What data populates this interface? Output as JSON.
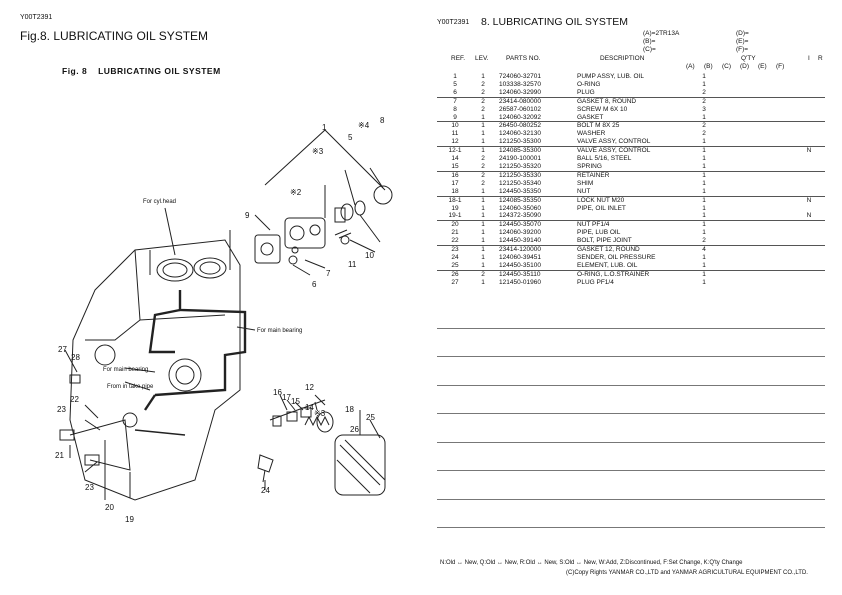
{
  "left": {
    "code": "Y00T2391",
    "fig_title": "Fig.8.  LUBRICATING OIL SYSTEM",
    "caption_no": "Fig. 8",
    "caption_title": "LUBRICATING OIL SYSTEM",
    "diagram_labels": {
      "cyl_head": "For cyl.head",
      "main_bearing_1": "For main bearing",
      "main_bearing_2": "For main bearing",
      "intake_pipe": "From in take pipe",
      "n1": "1",
      "n3a": "※3",
      "n2": "※2",
      "n4": "※4",
      "n5": "5",
      "n8": "8",
      "n9": "9",
      "n10": "10",
      "n11": "11",
      "n7": "7",
      "n6": "6",
      "n27": "27",
      "n28": "28",
      "n22": "22",
      "n23a": "23",
      "n21": "21",
      "n23b": "23",
      "n20": "20",
      "n19": "19",
      "n24": "24",
      "n12": "12",
      "n16": "16",
      "n17": "17",
      "n15": "15",
      "n14": "14",
      "n3b": "※3",
      "n18": "18",
      "n25": "25",
      "n26": "26"
    }
  },
  "right": {
    "code": "Y00T2391",
    "title": "8.  LUBRICATING OIL SYSTEM",
    "models_left": [
      "(A)=2TR13A",
      "(B)=",
      "(C)="
    ],
    "models_right": [
      "(D)=",
      "(E)=",
      "(F)="
    ],
    "headers": {
      "ref": "REF.",
      "lev": "LEV.",
      "parts_no": "PARTS NO.",
      "description": "DESCRIPTION",
      "qty": "Q'TY",
      "i": "I",
      "r": "R",
      "a": "(A)",
      "b": "(B)",
      "c": "(C)",
      "d": "(D)",
      "e": "(E)",
      "f": "(F)"
    },
    "rows": [
      {
        "ref": "1",
        "lev": "1",
        "no": "724060-32701",
        "desc": "PUMP ASSY, LUB. OIL",
        "a": "1",
        "i": "",
        "sep": false
      },
      {
        "ref": "5",
        "lev": "2",
        "no": "103338-32570",
        "desc": "O-RING",
        "a": "1",
        "i": "",
        "sep": false
      },
      {
        "ref": "6",
        "lev": "2",
        "no": "124060-32990",
        "desc": "PLUG",
        "a": "2",
        "i": "",
        "sep": false
      },
      {
        "ref": "7",
        "lev": "2",
        "no": "23414-080000",
        "desc": "GASKET 8, ROUND",
        "a": "2",
        "i": "",
        "sep": true
      },
      {
        "ref": "8",
        "lev": "2",
        "no": "26587-060102",
        "desc": "SCREW M 6X 10",
        "a": "3",
        "i": "",
        "sep": false
      },
      {
        "ref": "9",
        "lev": "1",
        "no": "124060-32092",
        "desc": "GASKET",
        "a": "1",
        "i": "",
        "sep": false
      },
      {
        "ref": "10",
        "lev": "1",
        "no": "26450-080252",
        "desc": "BOLT M 8X 25",
        "a": "2",
        "i": "",
        "sep": true
      },
      {
        "ref": "11",
        "lev": "1",
        "no": "124060-32130",
        "desc": "WASHER",
        "a": "2",
        "i": "",
        "sep": false
      },
      {
        "ref": "12",
        "lev": "1",
        "no": "121250-35300",
        "desc": "VALVE ASSY, CONTROL",
        "a": "1",
        "i": "",
        "sep": false
      },
      {
        "ref": "12-1",
        "lev": "1",
        "no": "124085-35300",
        "desc": "VALVE ASSY, CONTROL",
        "a": "1",
        "i": "N",
        "sep": true
      },
      {
        "ref": "14",
        "lev": "2",
        "no": "24190-100001",
        "desc": "BALL 5/16, STEEL",
        "a": "1",
        "i": "",
        "sep": false
      },
      {
        "ref": "15",
        "lev": "2",
        "no": "121250-35320",
        "desc": "SPRING",
        "a": "1",
        "i": "",
        "sep": false
      },
      {
        "ref": "16",
        "lev": "2",
        "no": "121250-35330",
        "desc": "RETAINER",
        "a": "1",
        "i": "",
        "sep": true
      },
      {
        "ref": "17",
        "lev": "2",
        "no": "121250-35340",
        "desc": "SHIM",
        "a": "1",
        "i": "",
        "sep": false
      },
      {
        "ref": "18",
        "lev": "1",
        "no": "124450-35350",
        "desc": "NUT",
        "a": "1",
        "i": "",
        "sep": false
      },
      {
        "ref": "18-1",
        "lev": "1",
        "no": "124085-35350",
        "desc": "LOCK NUT M20",
        "a": "1",
        "i": "N",
        "sep": true
      },
      {
        "ref": "19",
        "lev": "1",
        "no": "124060-35060",
        "desc": "PIPE, OIL INLET",
        "a": "1",
        "i": "",
        "sep": false
      },
      {
        "ref": "19-1",
        "lev": "1",
        "no": "124372-35090",
        "desc": "",
        "a": "1",
        "i": "N",
        "sep": false
      },
      {
        "ref": "20",
        "lev": "1",
        "no": "124450-35070",
        "desc": "NUT PF1/4",
        "a": "1",
        "i": "",
        "sep": true
      },
      {
        "ref": "21",
        "lev": "1",
        "no": "124060-39200",
        "desc": "PIPE, LUB OIL",
        "a": "1",
        "i": "",
        "sep": false
      },
      {
        "ref": "22",
        "lev": "1",
        "no": "124450-39140",
        "desc": "BOLT, PIPE JOINT",
        "a": "2",
        "i": "",
        "sep": false
      },
      {
        "ref": "23",
        "lev": "1",
        "no": "23414-120000",
        "desc": "GASKET 12, ROUND",
        "a": "4",
        "i": "",
        "sep": true
      },
      {
        "ref": "24",
        "lev": "1",
        "no": "124060-39451",
        "desc": "SENDER, OIL PRESSURE",
        "a": "1",
        "i": "",
        "sep": false
      },
      {
        "ref": "25",
        "lev": "1",
        "no": "124450-35100",
        "desc": "ELEMENT, LUB. OIL",
        "a": "1",
        "i": "",
        "sep": false
      },
      {
        "ref": "26",
        "lev": "2",
        "no": "124450-35110",
        "desc": "O-RING, L.O.STRAINER",
        "a": "1",
        "i": "",
        "sep": true
      },
      {
        "ref": "27",
        "lev": "1",
        "no": "121450-01960",
        "desc": "PLUG PF1/4",
        "a": "1",
        "i": "",
        "sep": false
      }
    ],
    "legend": "N:Old ↔ New,  Q:Old ↔ New,  R:Old ↔ New,  S:Old ↔ New,  W:Add,  Z:Discontinued,  F:Set Change,  K:Q'ty Change",
    "copyright": "(C)Copy Rights  YANMAR CO.,LTD and YANMAR AGRICULTURAL EQUIPMENT CO.,LTD."
  }
}
